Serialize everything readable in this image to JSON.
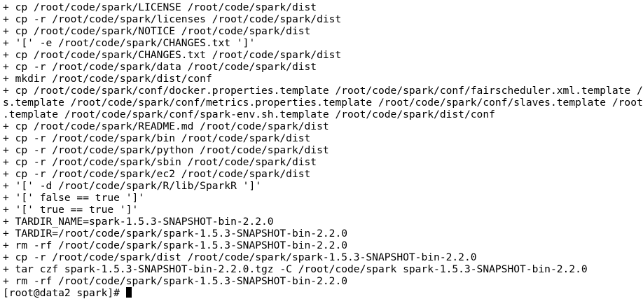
{
  "terminal": {
    "lines": [
      "+ cp /root/code/spark/LICENSE /root/code/spark/dist",
      "+ cp -r /root/code/spark/licenses /root/code/spark/dist",
      "+ cp /root/code/spark/NOTICE /root/code/spark/dist",
      "+ '[' -e /root/code/spark/CHANGES.txt ']'",
      "+ cp /root/code/spark/CHANGES.txt /root/code/spark/dist",
      "+ cp -r /root/code/spark/data /root/code/spark/dist",
      "+ mkdir /root/code/spark/dist/conf",
      "+ cp /root/code/spark/conf/docker.properties.template /root/code/spark/conf/fairscheduler.xml.template /root/code/s",
      "s.template /root/code/spark/conf/metrics.properties.template /root/code/spark/conf/slaves.template /root/code/spark",
      ".template /root/code/spark/conf/spark-env.sh.template /root/code/spark/dist/conf",
      "+ cp /root/code/spark/README.md /root/code/spark/dist",
      "+ cp -r /root/code/spark/bin /root/code/spark/dist",
      "+ cp -r /root/code/spark/python /root/code/spark/dist",
      "+ cp -r /root/code/spark/sbin /root/code/spark/dist",
      "+ cp -r /root/code/spark/ec2 /root/code/spark/dist",
      "+ '[' -d /root/code/spark/R/lib/SparkR ']'",
      "+ '[' false == true ']'",
      "+ '[' true == true ']'",
      "+ TARDIR_NAME=spark-1.5.3-SNAPSHOT-bin-2.2.0",
      "+ TARDIR=/root/code/spark/spark-1.5.3-SNAPSHOT-bin-2.2.0",
      "+ rm -rf /root/code/spark/spark-1.5.3-SNAPSHOT-bin-2.2.0",
      "+ cp -r /root/code/spark/dist /root/code/spark/spark-1.5.3-SNAPSHOT-bin-2.2.0",
      "+ tar czf spark-1.5.3-SNAPSHOT-bin-2.2.0.tgz -C /root/code/spark spark-1.5.3-SNAPSHOT-bin-2.2.0",
      "+ rm -rf /root/code/spark/spark-1.5.3-SNAPSHOT-bin-2.2.0"
    ],
    "prompt": "[root@data2 spark]# "
  },
  "colors": {
    "background": "#ffffff",
    "foreground": "#000000",
    "cursor": "#000000"
  }
}
